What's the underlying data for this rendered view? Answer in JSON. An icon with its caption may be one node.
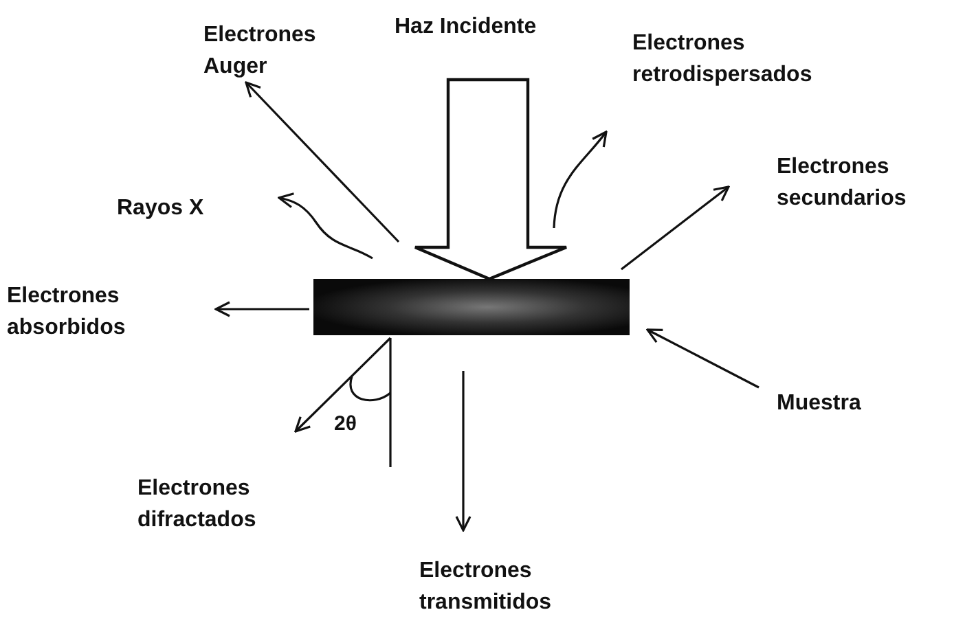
{
  "diagram": {
    "nodes": [
      {
        "text": [
          "Haz Incidente"
        ]
      },
      {
        "text": [],
        "shape": "bar"
      },
      {
        "text": [
          "Electrones Auger"
        ]
      },
      {
        "text": [
          "Electrones retrodispersados"
        ]
      },
      {
        "text": [
          "Rayos X"
        ]
      },
      {
        "text": [
          "Electrones secundarios"
        ]
      },
      {
        "text": [
          "Electrones absorbidos"
        ]
      },
      {
        "text": [
          "Muestra"
        ]
      },
      {
        "text": [
          "Electrones difractados"
        ]
      },
      {
        "text": [
          "Electrones transmitidos"
        ]
      }
    ],
    "edges": [
      {
        "from": 0,
        "to": 1,
        "arrow": "to",
        "style": "thick"
      },
      {
        "from": 1,
        "to": 2,
        "arrow": "to"
      },
      {
        "from": 1,
        "to": 3,
        "arrow": "to"
      },
      {
        "from": 1,
        "to": 4,
        "arrow": "to"
      },
      {
        "from": 1,
        "to": 5,
        "arrow": "to"
      },
      {
        "from": 1,
        "to": 6,
        "arrow": "to"
      },
      {
        "from": 7,
        "to": 1,
        "arrow": "to"
      },
      {
        "from": 1,
        "to": 8,
        "arrow": "to"
      },
      {
        "from": 1,
        "to": 9,
        "arrow": "to"
      }
    ],
    "labels": [
      "2θ"
    ]
  }
}
